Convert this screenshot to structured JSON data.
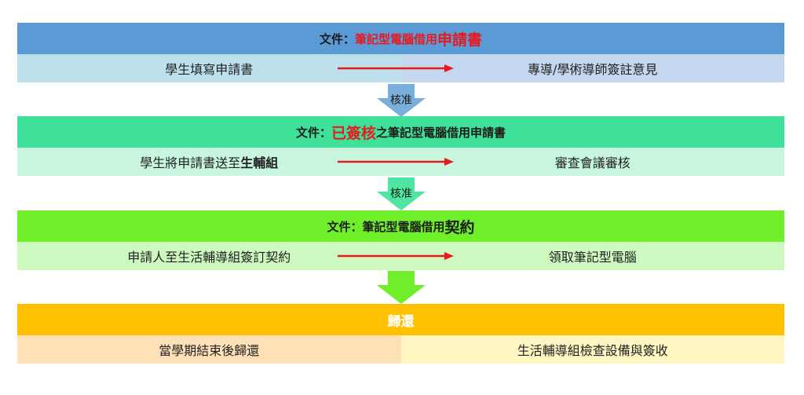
{
  "stage1": {
    "header": {
      "prefix": "文件：",
      "doc": "筆記型電腦借用",
      "big": "申請書"
    },
    "left": "學生填寫申請書",
    "right": "專導/學術導師簽註意見",
    "arrow_label": "核准"
  },
  "stage2": {
    "header": {
      "prefix": "文件：",
      "highlight": "已簽核",
      "suffix": "之筆記型電腦借用申請書"
    },
    "left_text": "學生將申請書送至",
    "left_bold": "生輔組",
    "right": "審查會議審核",
    "arrow_label": "核准"
  },
  "stage3": {
    "header": {
      "prefix": "文件：筆記型電腦借用",
      "big": "契約"
    },
    "left": "申請人至生活輔導組簽訂契約",
    "right": "領取筆記型電腦"
  },
  "stage4": {
    "header": {
      "title": "歸還"
    },
    "left": "當學期結束後歸還",
    "right": "生活輔導組檢查設備與簽收"
  },
  "colors": {
    "stage1_header": "#5b9bd5",
    "stage1_left": "#bde0ec",
    "stage1_right": "#c5d7ee",
    "stage2_header": "#3fe099",
    "stage2_sub": "#c8f5de",
    "stage3_header": "#6fef2a",
    "stage3_sub": "#cdf8bf",
    "stage4_header": "#ffc000",
    "stage4_left": "#ffe1b8",
    "stage4_right": "#fff6c2",
    "red_arrow": "#e8191e"
  }
}
